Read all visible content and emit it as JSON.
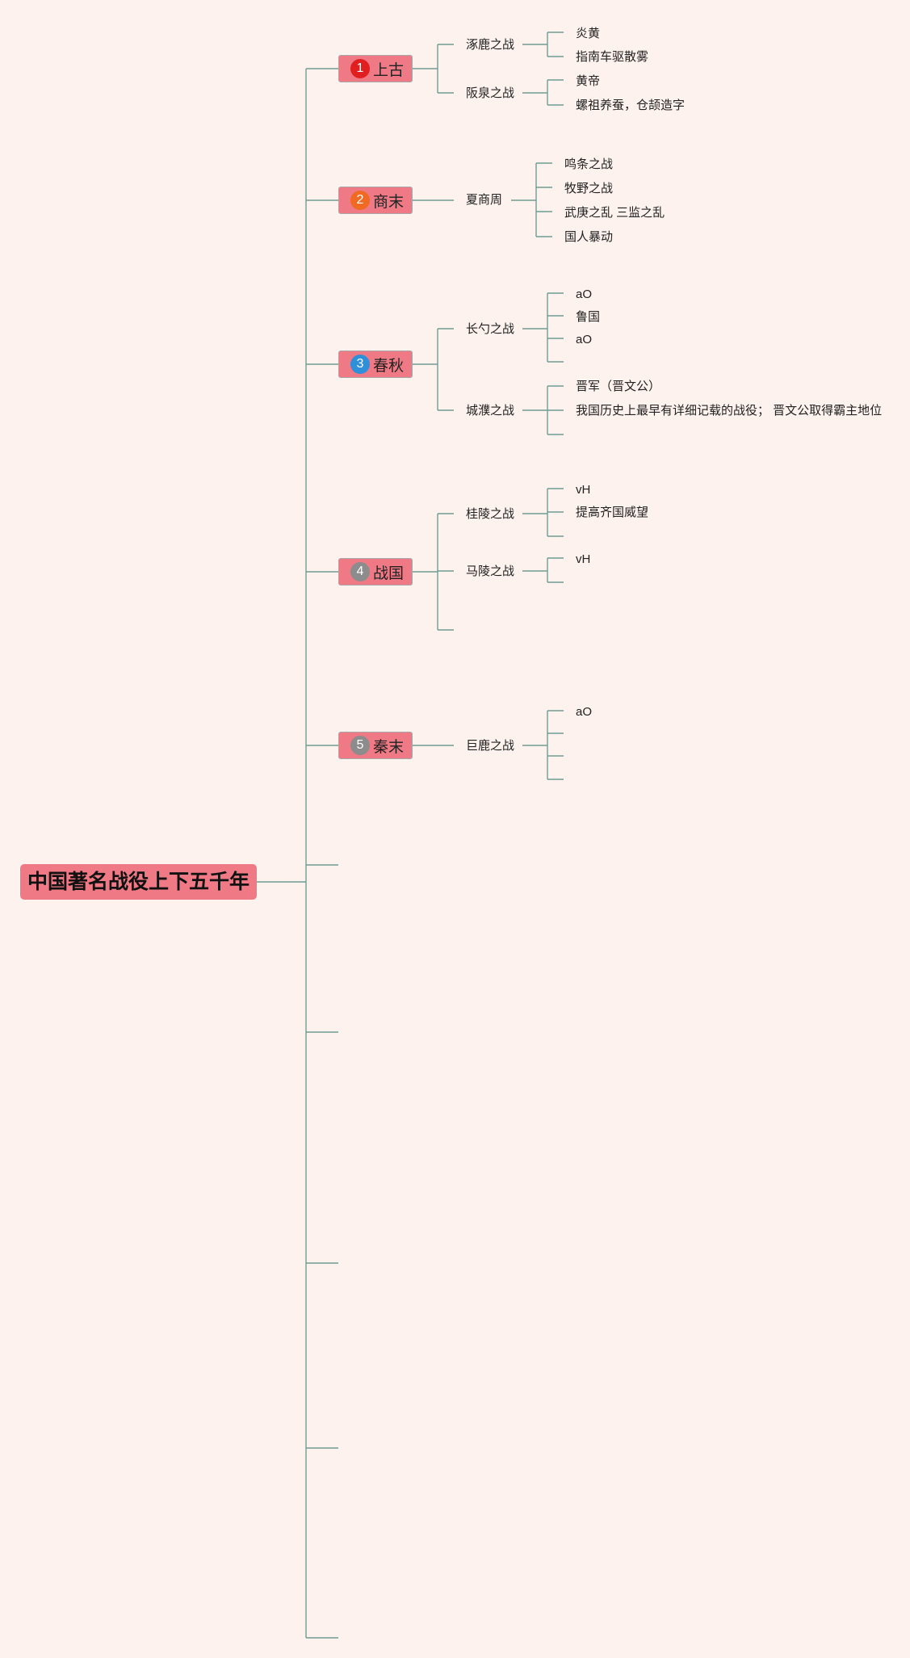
{
  "root": {
    "title": "中国著名战役上下五千年"
  },
  "eras": [
    {
      "num": "1",
      "label": "上古",
      "color": "#e02020",
      "battles": [
        {
          "label": "涿鹿之战",
          "details": [
            "炎黄",
            "指南车驱散雾"
          ]
        },
        {
          "label": "阪泉之战",
          "details": [
            "黄帝",
            "螺祖养蚕，仓颉造字"
          ]
        }
      ]
    },
    {
      "num": "2",
      "label": "商末",
      "color": "#f06a24",
      "battles": [
        {
          "label": "夏商周",
          "details": [
            "鸣条之战",
            "牧野之战",
            "武庚之乱 三监之乱",
            "国人暴动"
          ]
        }
      ]
    },
    {
      "num": "3",
      "label": "春秋",
      "color": "#2f8fd8",
      "battles": [
        {
          "label": "长勺之战",
          "details": [
            "aO",
            "鲁国",
            "aO",
            ""
          ]
        },
        {
          "label": "城濮之战",
          "details": [
            "晋军（晋文公）",
            "我国历史上最早有详细记载的战役； 晋文公取得霸主地位",
            ""
          ]
        }
      ]
    },
    {
      "num": "4",
      "label": "战国",
      "color": "#8c8c8c",
      "battles": [
        {
          "label": "桂陵之战",
          "details": [
            "vH",
            "提高齐国威望",
            ""
          ]
        },
        {
          "label": "马陵之战",
          "details": [
            "vH",
            ""
          ]
        },
        {
          "label": "",
          "details": []
        }
      ]
    },
    {
      "num": "5",
      "label": "秦末",
      "color": "#8c8c8c",
      "battles": [
        {
          "label": "巨鹿之战",
          "details": [
            "aO",
            "",
            "",
            ""
          ]
        }
      ]
    }
  ]
}
